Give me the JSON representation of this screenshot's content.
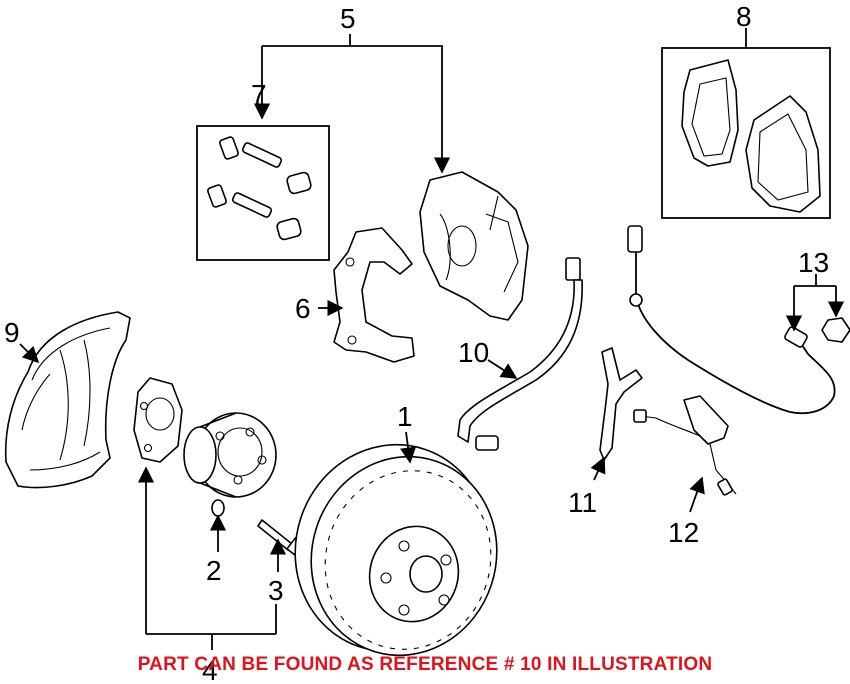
{
  "callouts": {
    "c1": "1",
    "c2": "2",
    "c3": "3",
    "c4": "4",
    "c5": "5",
    "c6": "6",
    "c7": "7",
    "c8": "8",
    "c9": "9",
    "c10": "10",
    "c11": "11",
    "c12": "12",
    "c13": "13"
  },
  "notice": {
    "text": "PART CAN BE FOUND AS REFERENCE # 10 IN ILLUSTRATION",
    "color": "#e0121b"
  }
}
